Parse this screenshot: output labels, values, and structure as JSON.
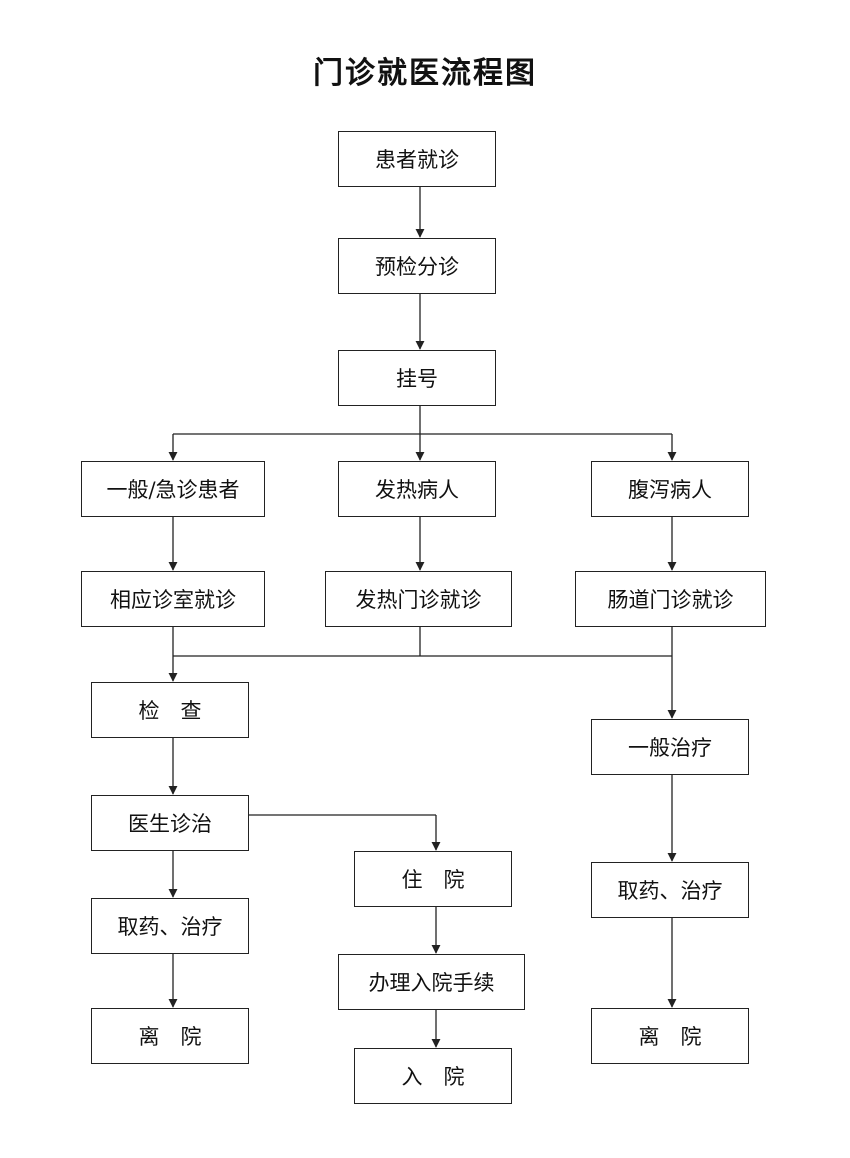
{
  "title": "门诊就医流程图",
  "nodes": {
    "patient_visit": "患者就诊",
    "triage": "预检分诊",
    "registration": "挂号",
    "general_emergency": "一般/急诊患者",
    "fever_patient": "发热病人",
    "diarrhea_patient": "腹泻病人",
    "department_visit": "相应诊室就诊",
    "fever_clinic": "发热门诊就诊",
    "intestinal_clinic": "肠道门诊就诊",
    "examination": "检　查",
    "general_treatment": "一般治疗",
    "doctor_diagnosis": "医生诊治",
    "hospitalization": "住　院",
    "medicine_left": "取药、治疗",
    "admission_procedure": "办理入院手续",
    "medicine_right": "取药、治疗",
    "discharge_left": "离　院",
    "admitted": "入　院",
    "discharge_right": "离　院"
  }
}
